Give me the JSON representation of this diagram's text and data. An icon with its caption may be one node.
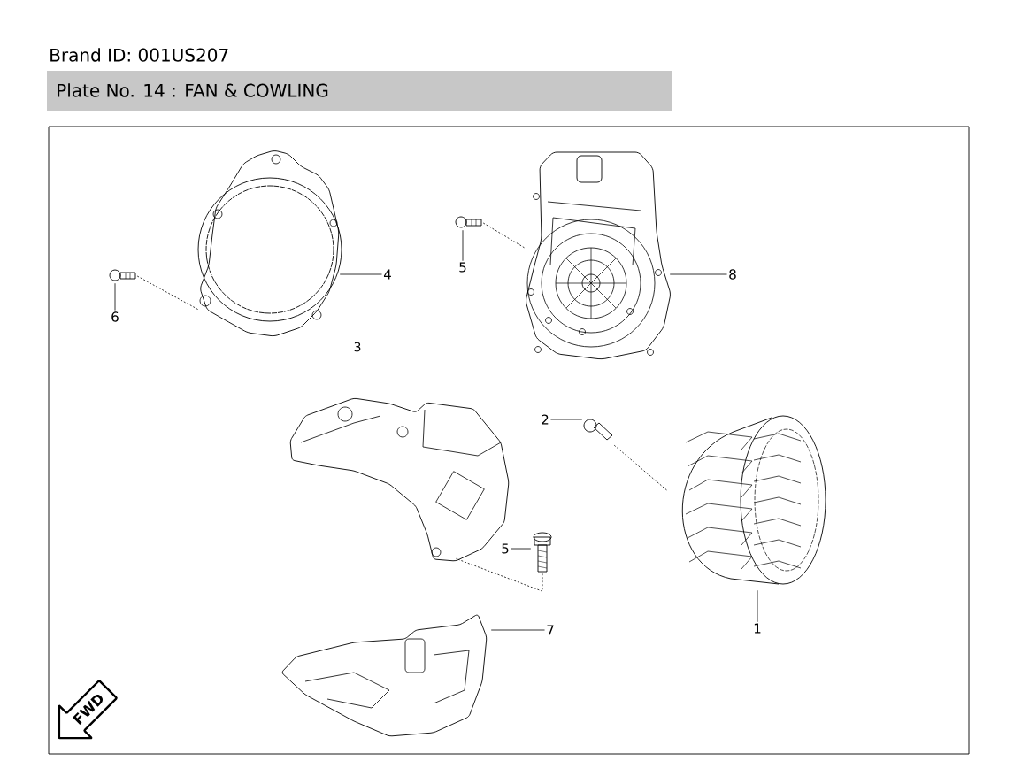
{
  "diagram": {
    "title": "Plate No. 14  : FAN & COWLING",
    "nodes": [
      {
        "text": [
          "6"
        ]
      },
      {
        "text": [],
        "shape": "picture"
      },
      {
        "text": [],
        "shape": "picture"
      },
      {
        "text": [
          "4"
        ]
      },
      {
        "text": [
          "5"
        ]
      },
      {
        "text": [],
        "shape": "picture"
      },
      {
        "text": [],
        "shape": "picture"
      },
      {
        "text": [
          "8"
        ]
      },
      {
        "text": [],
        "shape": "picture"
      },
      {
        "text": [
          "2"
        ]
      },
      {
        "text": [],
        "shape": "picture"
      },
      {
        "text": [],
        "shape": "picture"
      },
      {
        "text": [
          "5"
        ]
      },
      {
        "text": [],
        "shape": "picture"
      },
      {
        "text": [
          "1"
        ]
      },
      {
        "text": [],
        "shape": "picture"
      },
      {
        "text": [
          "7"
        ]
      }
    ],
    "edges": [
      {
        "from": 0,
        "to": 1,
        "arrow": "none"
      },
      {
        "from": 1,
        "to": 2,
        "arrow": "none",
        "style": "dashed"
      },
      {
        "from": 3,
        "to": 2,
        "arrow": "none"
      },
      {
        "from": 4,
        "to": 5,
        "arrow": "none"
      },
      {
        "from": 5,
        "to": 6,
        "arrow": "none",
        "style": "dashed"
      },
      {
        "from": 7,
        "to": 6,
        "arrow": "none"
      },
      {
        "from": 9,
        "to": 10,
        "arrow": "none"
      },
      {
        "from": 10,
        "to": 11,
        "arrow": "none",
        "style": "dashed"
      },
      {
        "from": 12,
        "to": 13,
        "arrow": "none"
      },
      {
        "from": 13,
        "to": 8,
        "arrow": "none",
        "style": "dashed"
      },
      {
        "from": 14,
        "to": 11,
        "arrow": "none"
      },
      {
        "from": 16,
        "to": 15,
        "arrow": "none"
      }
    ],
    "labels": [
      "Brand ID: 001US207",
      "3",
      "FWD"
    ]
  }
}
